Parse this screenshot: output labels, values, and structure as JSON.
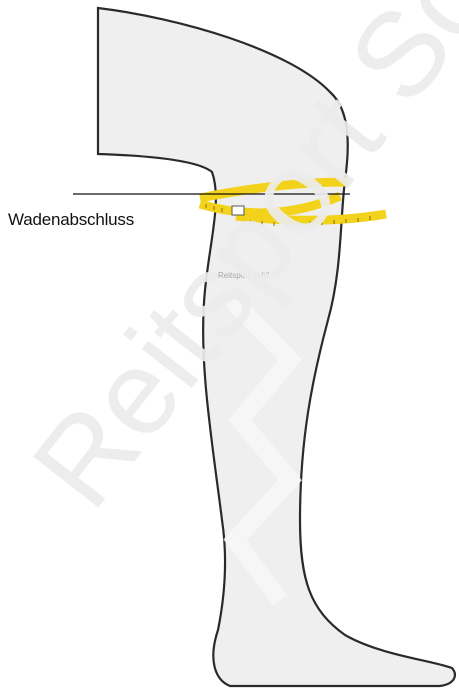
{
  "diagram": {
    "measurement_label": "Wadenabschluss",
    "inner_mark_text": "Reitsport Schil",
    "watermark_text": "Reitsport Schill",
    "colors": {
      "leg_fill": "#efefef",
      "leg_outline": "#2a2a2a",
      "tape_yellow": "#f2d21a",
      "tape_edge": "#b49a00",
      "pointer_line": "#111111"
    }
  }
}
